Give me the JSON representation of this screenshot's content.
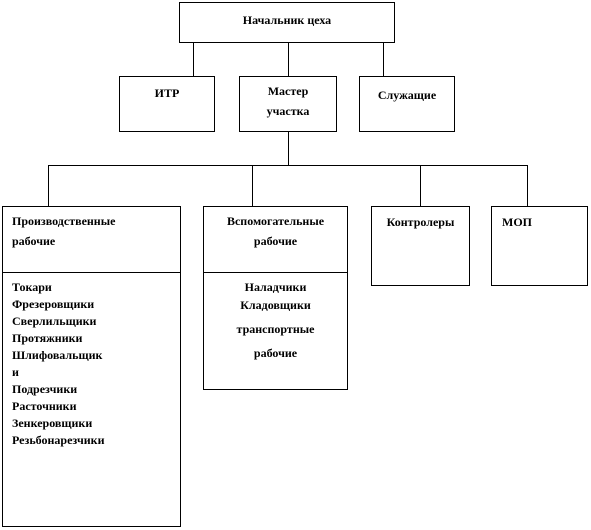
{
  "chief": "Начальник цеха",
  "itr": "ИТР",
  "master": [
    "Мастер",
    "участка"
  ],
  "employees": "Служащие",
  "production": {
    "title": [
      "Производственные",
      "рабочие"
    ],
    "items": [
      "Токари",
      "Фрезеровщики",
      "Сверлильщики",
      "Протяжники",
      "Шлифовальщик",
      "и",
      "Подрезчики",
      "Расточники",
      "Зенкеровщики",
      "Резьбонарезчики"
    ]
  },
  "auxiliary": {
    "title": [
      "Вспомогательные",
      "рабочие"
    ],
    "items": [
      "Наладчики",
      "Кладовщики",
      "транспортные",
      "рабочие"
    ]
  },
  "controllers": "Контролеры",
  "mop": "МОП"
}
